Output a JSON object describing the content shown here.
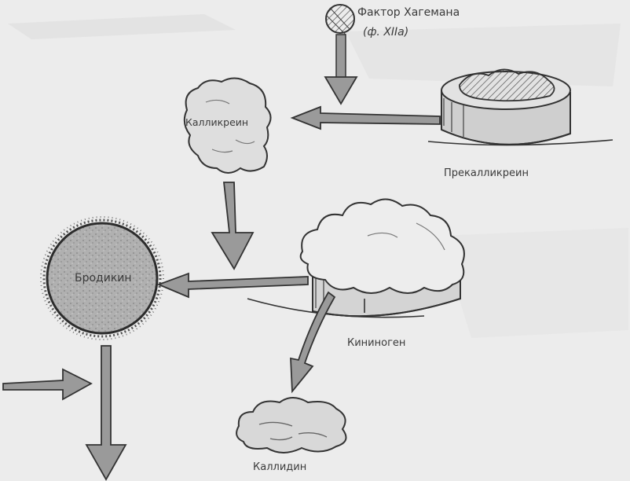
{
  "labels": {
    "hageman_line1": "Фактор Хагемана",
    "hageman_line2": "(ф. XIIa)",
    "kallikrein": "Калликреин",
    "prekallikrein": "Прекалликреин",
    "bradykinin": "Бродикин",
    "kininogen": "Кининоген",
    "kallidin": "Каллидин"
  },
  "colors": {
    "background": "#ececec",
    "ink": "#3a3a3a",
    "arrow_fill": "#9a9a9a",
    "blob_fill": "#dcdcdc",
    "bradykinin_fill": "#a9a9a9"
  }
}
